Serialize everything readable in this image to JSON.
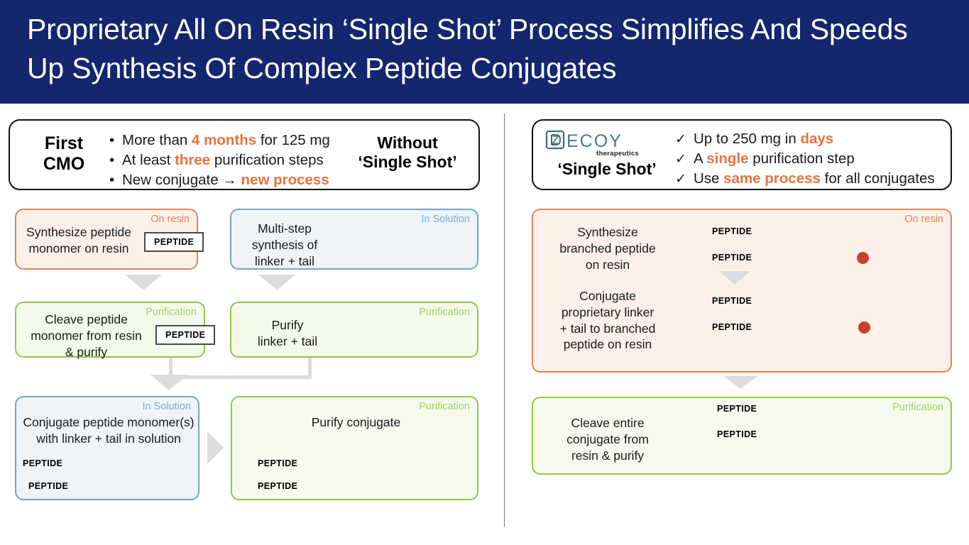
{
  "title": "Proprietary All On Resin ‘Single Shot’ Process Simplifies And Speeds Up Synthesis Of Complex Peptide Conjugates",
  "colors": {
    "banner": "#13266e",
    "accent_orange": "#e8733f",
    "on_resin": "#e08552",
    "in_solution": "#7fb0cc",
    "purification": "#a8cf6e",
    "resin_dot": "#c8402c"
  },
  "summary_left": {
    "tag": "First CMO",
    "tag_line1": "First",
    "tag_line2": "CMO",
    "without_line1": "Without",
    "without_line2": "‘Single Shot’",
    "bullets": [
      {
        "marker": "•",
        "pre": "More than ",
        "hl": "4 months",
        "post": " for 125 mg"
      },
      {
        "marker": "•",
        "pre": "At least ",
        "hl": "three",
        "post": " purification steps"
      },
      {
        "marker": "•",
        "pre": "New conjugate → ",
        "hl": "new process",
        "post": ""
      }
    ]
  },
  "summary_right": {
    "logo_word": "DECOY",
    "logo_sub": "therapeutics",
    "tag": "‘Single Shot’",
    "bullets": [
      {
        "marker": "✓",
        "pre": "Up to 250 mg in ",
        "hl": "days",
        "post": ""
      },
      {
        "marker": "✓",
        "pre": "A ",
        "hl": "single",
        "post": " purification step"
      },
      {
        "marker": "✓",
        "pre": "Use ",
        "hl": "same process",
        "post": " for all conjugates"
      }
    ]
  },
  "left_flow": {
    "box1": {
      "corner": "On resin",
      "lines": [
        "Synthesize peptide",
        "monomer on resin"
      ],
      "chip": "PEPTIDE"
    },
    "box2": {
      "corner": "In Solution",
      "lines": [
        "Multi-step",
        "synthesis of",
        "linker + tail"
      ]
    },
    "box3": {
      "corner": "Purification",
      "lines": [
        "Cleave peptide",
        "monomer from resin",
        "& purify"
      ],
      "chip": "PEPTIDE"
    },
    "box4": {
      "corner": "Purification",
      "lines": [
        "Purify",
        "linker + tail"
      ]
    },
    "box5": {
      "corner": "In Solution",
      "lines": [
        "Conjugate peptide monomer(s)",
        "with linker + tail in solution"
      ],
      "chips": [
        "PEPTIDE",
        "PEPTIDE"
      ]
    },
    "box6": {
      "corner": "Purification",
      "lines": [
        "Purify conjugate"
      ],
      "chips": [
        "PEPTIDE",
        "PEPTIDE"
      ]
    }
  },
  "right_flow": {
    "box1": {
      "corner": "On resin",
      "step_a": [
        "Synthesize",
        "branched peptide",
        "on resin"
      ],
      "step_b": [
        "Conjugate",
        "proprietary linker",
        "+ tail to branched",
        "peptide on resin"
      ],
      "chips": [
        "PEPTIDE",
        "PEPTIDE",
        "PEPTIDE",
        "PEPTIDE"
      ]
    },
    "box2": {
      "corner": "Purification",
      "lines": [
        "Cleave entire",
        "conjugate from",
        "resin & purify"
      ],
      "chips": [
        "PEPTIDE",
        "PEPTIDE"
      ]
    }
  }
}
